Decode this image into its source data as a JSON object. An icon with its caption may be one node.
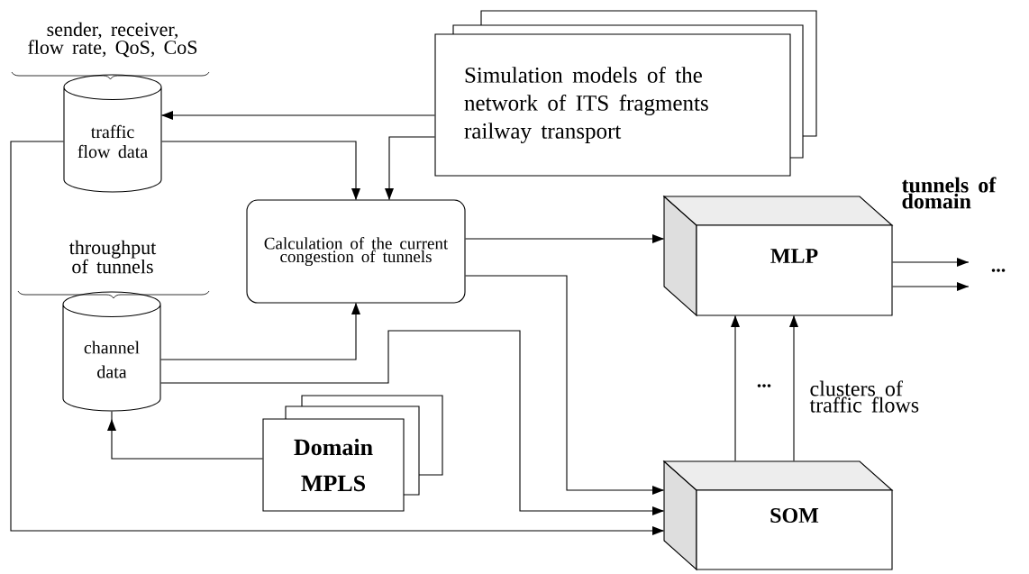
{
  "diagram": {
    "nodes": [
      {
        "text": [
          "traffic flow data"
        ],
        "beside": [
          "sender, receiver, flow rate, QoS, CoS"
        ]
      },
      {
        "text": [
          "channel data"
        ],
        "beside": [
          "throughput of tunnels"
        ]
      },
      {
        "text": [
          "Simulation models of the network of ITS fragments railway transport"
        ]
      },
      {
        "text": [
          "Calculation of the current congestion of tunnels"
        ]
      },
      {
        "text": [
          "MLP"
        ]
      },
      {
        "text": [
          "Domain MPLS"
        ]
      },
      {
        "text": [
          "SOM"
        ]
      }
    ],
    "edges": [
      {
        "from": 2,
        "to": 0,
        "arrow": "to"
      },
      {
        "from": 0,
        "to": 3,
        "arrow": "to"
      },
      {
        "from": 2,
        "to": 3,
        "arrow": "to"
      },
      {
        "from": 0,
        "to": 6,
        "arrow": "to"
      },
      {
        "from": 1,
        "to": 3,
        "arrow": "to"
      },
      {
        "from": 1,
        "to": 6,
        "arrow": "to"
      },
      {
        "from": 3,
        "to": 6,
        "arrow": "to"
      },
      {
        "from": 3,
        "to": 4,
        "arrow": "to"
      },
      {
        "from": 5,
        "to": 1,
        "arrow": "to"
      },
      {
        "from": 6,
        "to": 4,
        "arrow": "to"
      },
      {
        "from": 6,
        "to": 4,
        "arrow": "to"
      },
      {
        "from": 4,
        "to": null,
        "arrow": "to"
      },
      {
        "from": 4,
        "to": null,
        "arrow": "to"
      }
    ],
    "labels": [
      "tunnels of domain",
      "...",
      "...",
      "clusters of traffic flows"
    ]
  }
}
